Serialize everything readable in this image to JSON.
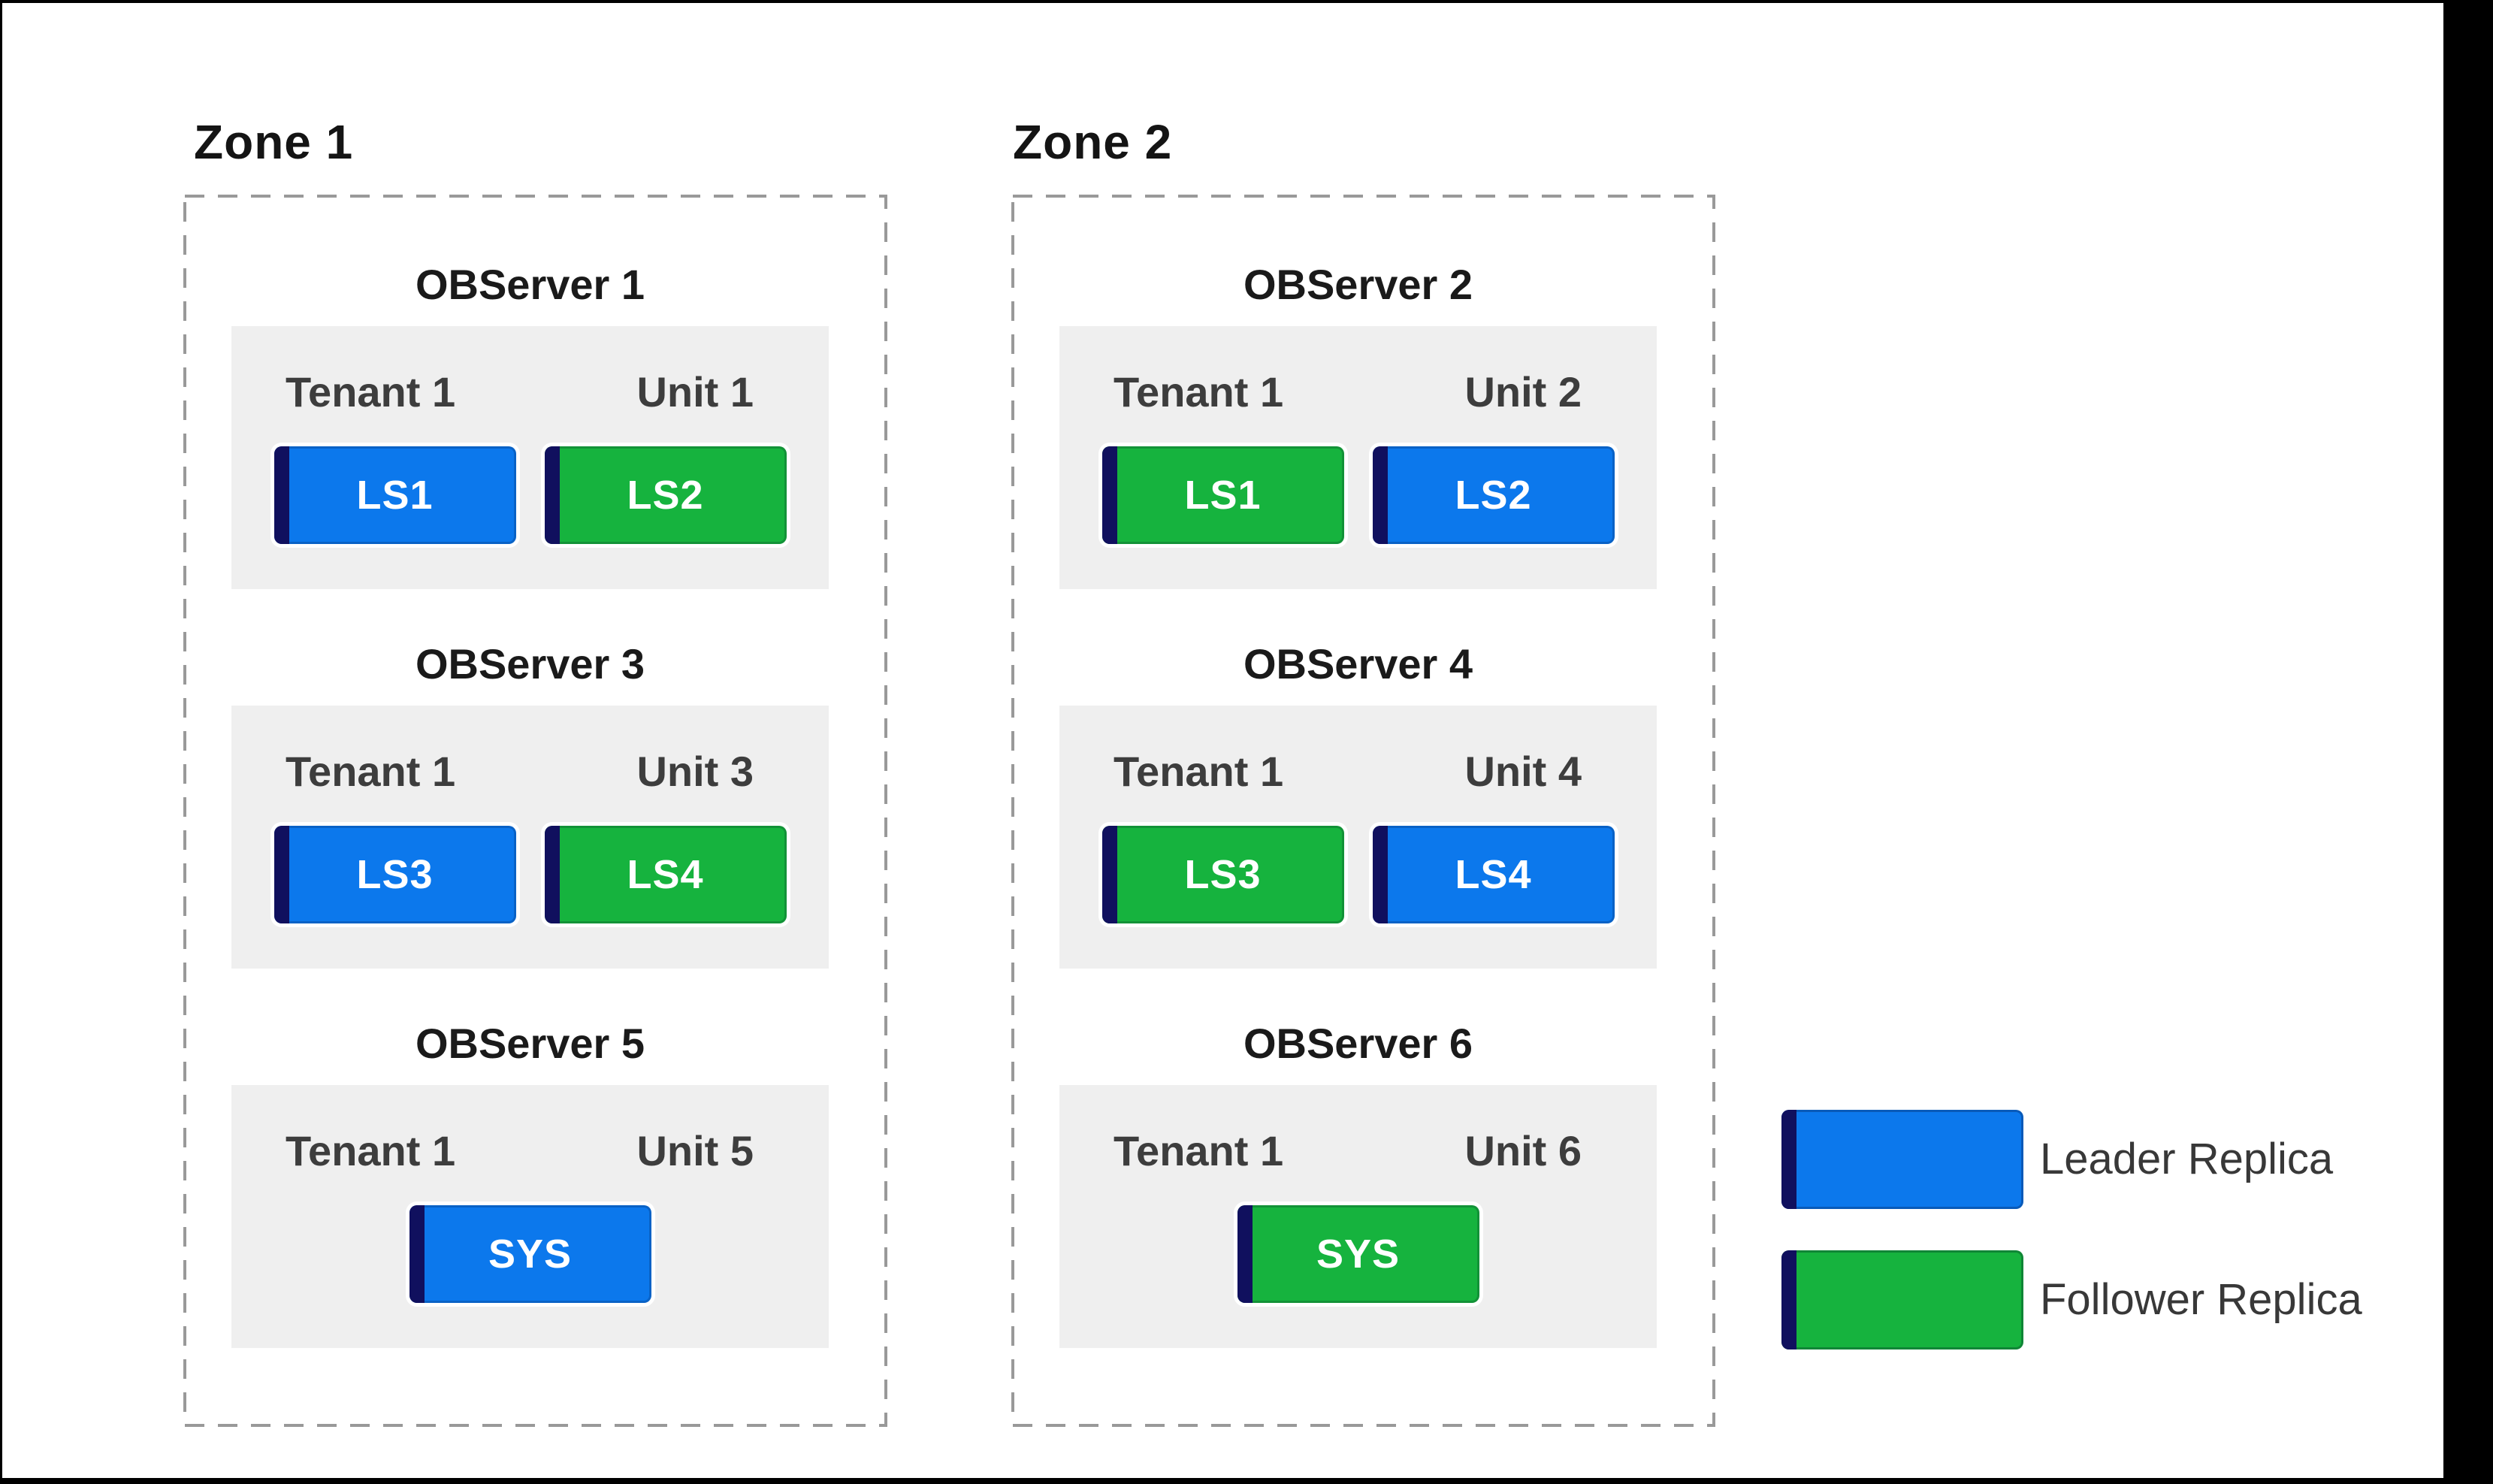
{
  "colors": {
    "leader_blue": "#0c78ec",
    "follower_green": "#16b33e",
    "stripe_navy": "#10105e",
    "server_box_gray": "#efefef",
    "dashed_border_gray": "#999999",
    "frame_black": "#000000",
    "canvas_white": "#ffffff"
  },
  "zones": [
    {
      "title": "Zone 1",
      "servers": [
        {
          "name": "OBServer 1",
          "tenant": "Tenant 1",
          "unit": "Unit 1",
          "replicas": [
            {
              "label": "LS1",
              "role": "leader"
            },
            {
              "label": "LS2",
              "role": "follower"
            }
          ]
        },
        {
          "name": "OBServer 3",
          "tenant": "Tenant 1",
          "unit": "Unit 3",
          "replicas": [
            {
              "label": "LS3",
              "role": "leader"
            },
            {
              "label": "LS4",
              "role": "follower"
            }
          ]
        },
        {
          "name": "OBServer 5",
          "tenant": "Tenant 1",
          "unit": "Unit 5",
          "replicas": [
            {
              "label": "SYS",
              "role": "leader"
            }
          ]
        }
      ]
    },
    {
      "title": "Zone 2",
      "servers": [
        {
          "name": "OBServer 2",
          "tenant": "Tenant 1",
          "unit": "Unit 2",
          "replicas": [
            {
              "label": "LS1",
              "role": "follower"
            },
            {
              "label": "LS2",
              "role": "leader"
            }
          ]
        },
        {
          "name": "OBServer 4",
          "tenant": "Tenant 1",
          "unit": "Unit 4",
          "replicas": [
            {
              "label": "LS3",
              "role": "follower"
            },
            {
              "label": "LS4",
              "role": "leader"
            }
          ]
        },
        {
          "name": "OBServer 6",
          "tenant": "Tenant 1",
          "unit": "Unit 6",
          "replicas": [
            {
              "label": "SYS",
              "role": "follower"
            }
          ]
        }
      ]
    }
  ],
  "legend": {
    "items": [
      {
        "label": "Leader Replica",
        "role": "leader"
      },
      {
        "label": "Follower Replica",
        "role": "follower"
      }
    ]
  }
}
